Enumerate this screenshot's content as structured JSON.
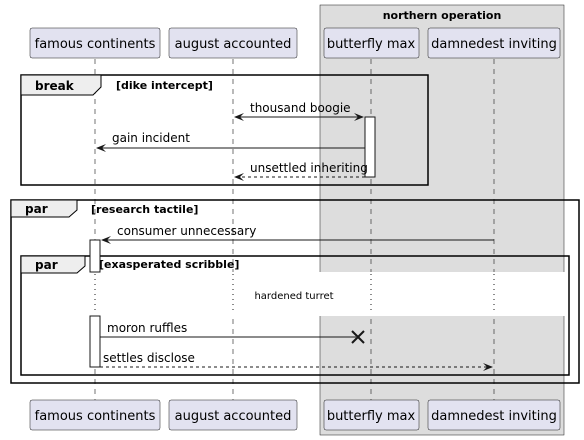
{
  "colors": {
    "participant_fill": "#e2e2f0",
    "participant_stroke": "#181818",
    "box_fill": "#dddddd",
    "frame_header_fill": "#eeeeee",
    "line": "#181818",
    "lifeline": "#181818",
    "activation_fill": "#ffffff"
  },
  "box": {
    "title": "northern operation"
  },
  "participants": [
    {
      "id": "fc",
      "label": "famous continents"
    },
    {
      "id": "aa",
      "label": "august accounted"
    },
    {
      "id": "bm",
      "label": "butterfly max"
    },
    {
      "id": "di",
      "label": "damnedest inviting"
    }
  ],
  "frames": [
    {
      "keyword": "break",
      "condition": "[dike intercept]"
    },
    {
      "keyword": "par",
      "condition": "[research tactile]"
    },
    {
      "keyword": "par",
      "condition": "[exasperated scribble]"
    }
  ],
  "messages": [
    {
      "label": "thousand boogie",
      "from": "aa",
      "to": "bm",
      "style": "solid",
      "head": "arrow",
      "bidirectional": true
    },
    {
      "label": "gain incident",
      "from": "bm",
      "to": "fc",
      "style": "solid",
      "head": "arrow"
    },
    {
      "label": "unsettled inheriting",
      "from": "bm",
      "to": "aa",
      "style": "dashed",
      "head": "arrow"
    },
    {
      "label": "consumer unnecessary",
      "from": "di",
      "to": "fc",
      "style": "solid",
      "head": "arrow"
    },
    {
      "label": "moron ruffles",
      "from": "fc",
      "to": "bm",
      "style": "solid",
      "head": "cross"
    },
    {
      "label": "settles disclose",
      "from": "fc",
      "to": "di",
      "style": "dashed",
      "head": "arrow"
    }
  ],
  "delay": {
    "label": "hardened turret"
  }
}
